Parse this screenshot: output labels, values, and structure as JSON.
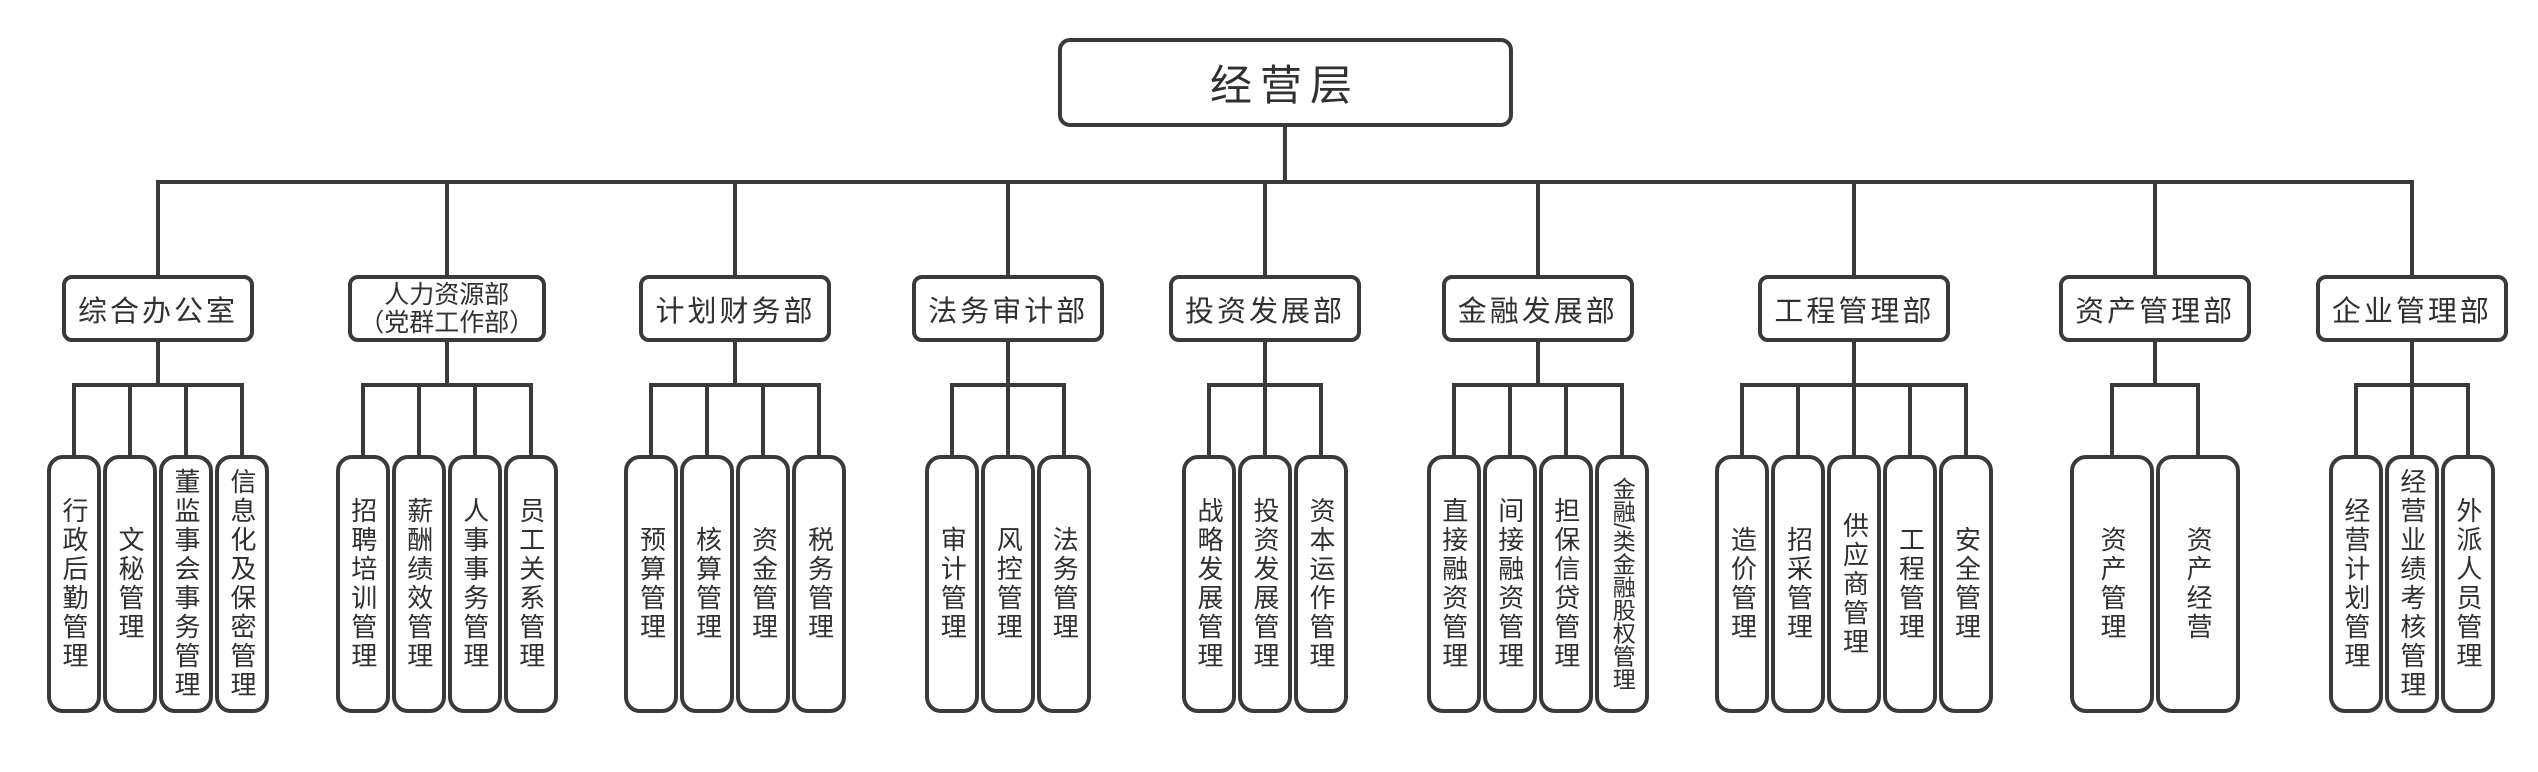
{
  "colors": {
    "line": "#3a3a3a",
    "text": "#303030",
    "background": "#ffffff"
  },
  "root": {
    "label": "经营层"
  },
  "departments": [
    {
      "label": "综合办公室",
      "children": [
        "行政后勤管理",
        "文秘管理",
        "董监事会事务管理",
        "信息化及保密管理"
      ]
    },
    {
      "label": "人力资源部",
      "sublabel": "（党群工作部）",
      "children": [
        "招聘培训管理",
        "薪酬绩效管理",
        "人事事务管理",
        "员工关系管理"
      ]
    },
    {
      "label": "计划财务部",
      "children": [
        "预算管理",
        "核算管理",
        "资金管理",
        "税务管理"
      ]
    },
    {
      "label": "法务审计部",
      "children": [
        "审计管理",
        "风控管理",
        "法务管理"
      ]
    },
    {
      "label": "投资发展部",
      "children": [
        "战略发展管理",
        "投资发展管理",
        "资本运作管理"
      ]
    },
    {
      "label": "金融发展部",
      "children": [
        "直接融资管理",
        "间接融资管理",
        "担保信贷管理",
        "金融/类金融股权管理"
      ]
    },
    {
      "label": "工程管理部",
      "children": [
        "造价管理",
        "招采管理",
        "供应商管理",
        "工程管理",
        "安全管理"
      ]
    },
    {
      "label": "资产管理部",
      "children": [
        "资产管理",
        "资产经营"
      ]
    },
    {
      "label": "企业管理部",
      "children": [
        "经营计划管理",
        "经营业绩考核管理",
        "外派人员管理"
      ]
    }
  ]
}
